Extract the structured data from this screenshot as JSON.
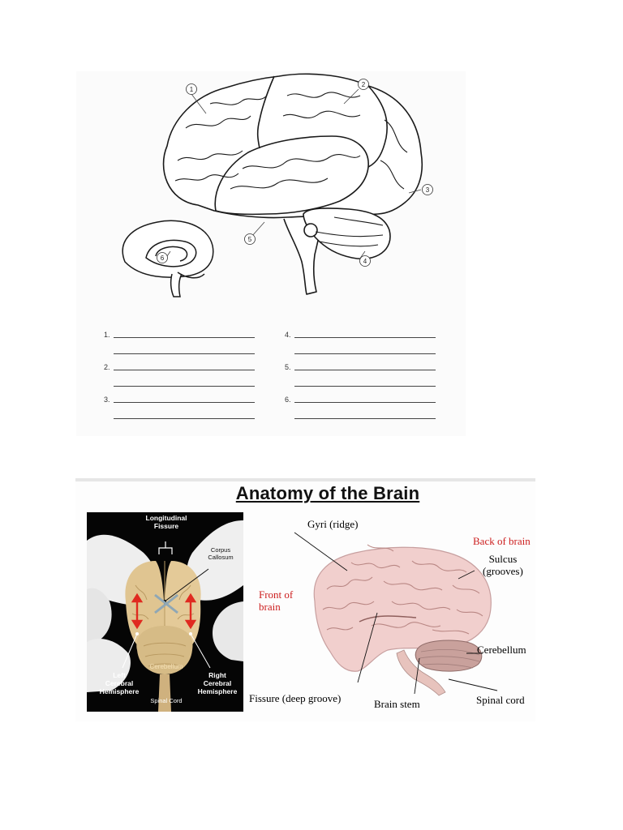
{
  "worksheet": {
    "diagram_numbers": [
      "1",
      "2",
      "3",
      "4",
      "5",
      "6"
    ],
    "answer_blanks": [
      "1.",
      "2.",
      "3.",
      "4.",
      "5.",
      "6."
    ]
  },
  "anatomy": {
    "title": "Anatomy of the Brain",
    "photo_labels": {
      "longitudinal_fissure": "Longitudinal\nFissure",
      "corpus_callosum": "Corpus\nCallosum",
      "cerebellum": "Cerebellum",
      "left_hemisphere": "Left\nCerebral\nHemisphere",
      "right_hemisphere": "Right\nCerebral\nHemisphere",
      "spinal_cord": "Spinal Cord"
    },
    "diagram_labels": {
      "gyri": "Gyri (ridge)",
      "back_of_brain": "Back of brain",
      "sulcus": "Sulcus\n(grooves)",
      "front_of_brain": "Front of\nbrain",
      "cerebellum": "Cerebellum",
      "fissure": "Fissure (deep groove)",
      "brain_stem": "Brain stem",
      "spinal_cord": "Spinal cord"
    },
    "colors": {
      "red_label": "#cc1d1d",
      "brain_pink": "#f1cfcd",
      "photo_brain": "#e2c79a"
    }
  }
}
